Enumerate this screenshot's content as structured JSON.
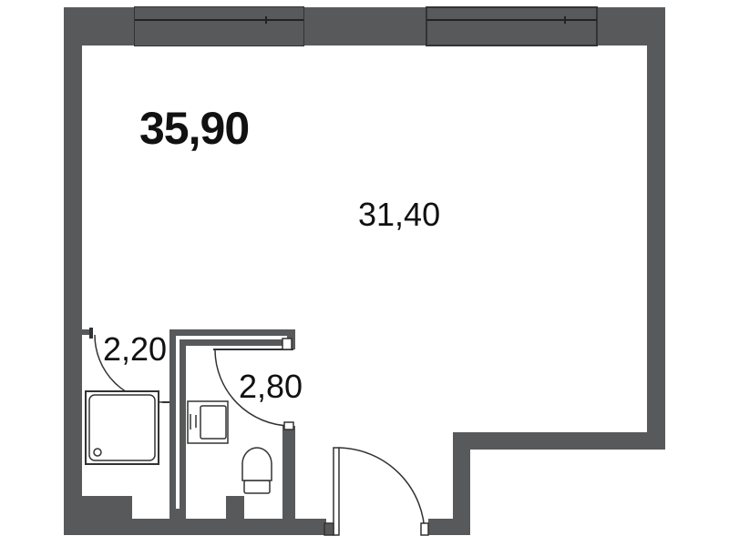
{
  "plan": {
    "total_area": "35,90",
    "rooms": [
      {
        "id": "living",
        "area": "31,40"
      },
      {
        "id": "shower",
        "area": "2,20"
      },
      {
        "id": "bathroom",
        "area": "2,80"
      }
    ]
  },
  "colors": {
    "wall": "#58595b",
    "line": "#333333",
    "background": "#ffffff"
  }
}
